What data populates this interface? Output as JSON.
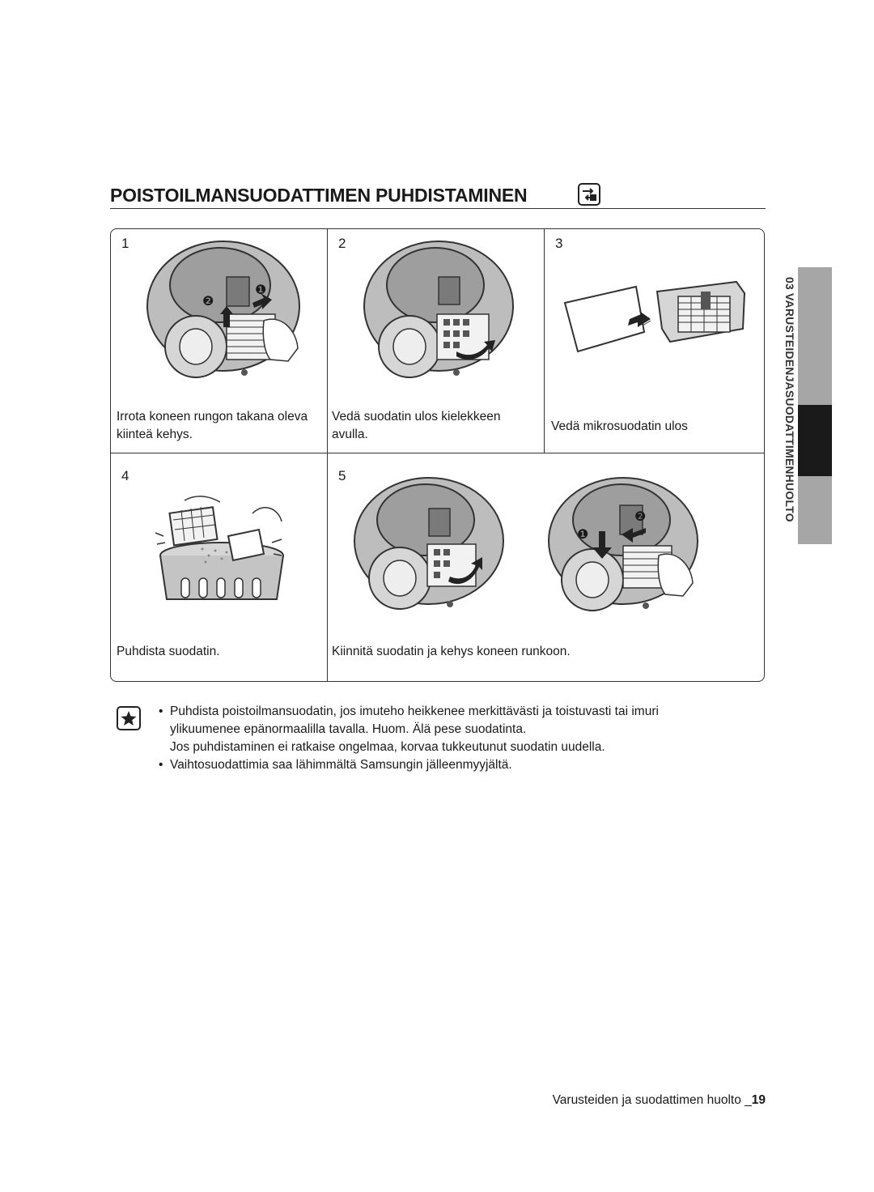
{
  "title": "POISTOILMANSUODATTIMEN PUHDISTAMINEN",
  "title_icon": "unplug-icon",
  "side_tab": {
    "text": "03  VARUSTEIDENJASUODATTIMENHUOLTO"
  },
  "steps": [
    {
      "number": "1",
      "caption": "Irrota koneen rungon takana oleva kiinteä kehys."
    },
    {
      "number": "2",
      "caption": "Vedä suodatin ulos kielekkeen avulla."
    },
    {
      "number": "3",
      "caption": "Vedä mikrosuodatin ulos"
    },
    {
      "number": "4",
      "caption": "Puhdista suodatin."
    },
    {
      "number": "5",
      "caption": "Kiinnitä suodatin ja kehys koneen runkoon."
    }
  ],
  "callouts": {
    "one": "❶",
    "two": "❷"
  },
  "note": {
    "icon": "star-note-icon",
    "bullet": "•",
    "item1_line1": "Puhdista poistoilmansuodatin, jos imuteho heikkenee merkittävästi ja toistuvasti tai imuri",
    "item1_line2": "ylikuumenee epänormaalilla tavalla. Huom. Älä pese suodatinta.",
    "item1_line3": "Jos puhdistaminen ei ratkaise ongelmaa, korvaa tukkeutunut suodatin uudella.",
    "item2": "Vaihtosuodattimia saa lähimmältä Samsungin jälleenmyyjältä."
  },
  "footer": {
    "text": "Varusteiden ja suodattimen huolto _",
    "page": "19"
  },
  "colors": {
    "tab_gray": "#a6a6a6",
    "tab_dark": "#1a1a1a",
    "ink": "#1a1a1a"
  }
}
